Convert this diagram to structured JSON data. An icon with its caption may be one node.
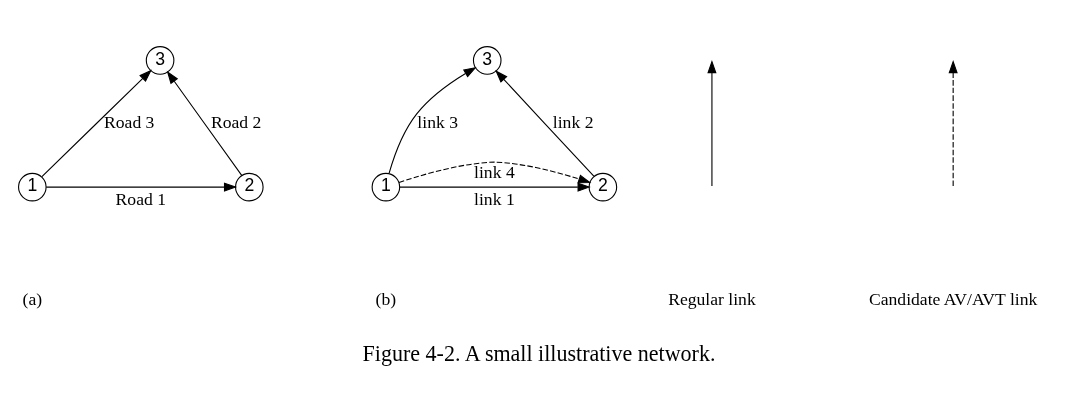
{
  "diagram": {
    "caption": "Figure 4-2. A small illustrative network.",
    "nodes": [
      {
        "text": [
          "1"
        ]
      },
      {
        "text": [
          "2"
        ]
      },
      {
        "text": [
          "3"
        ]
      },
      {
        "text": [
          "1"
        ]
      },
      {
        "text": [
          "2"
        ]
      },
      {
        "text": [
          "3"
        ]
      }
    ],
    "edges": [
      {
        "from": 0,
        "to": 1,
        "arrow": "to",
        "label": "Road 1"
      },
      {
        "from": 1,
        "to": 2,
        "arrow": "to",
        "label": "Road 2"
      },
      {
        "from": 0,
        "to": 2,
        "arrow": "to",
        "label": "Road 3"
      },
      {
        "from": 3,
        "to": 4,
        "arrow": "to",
        "label": "link 1"
      },
      {
        "from": 4,
        "to": 5,
        "arrow": "to",
        "label": "link 2"
      },
      {
        "from": 3,
        "to": 5,
        "arrow": "to",
        "label": "link 3"
      },
      {
        "from": 3,
        "to": 4,
        "arrow": "to",
        "label": "link 4",
        "style": "dashed"
      }
    ],
    "labels": [
      "(a)",
      "(b)"
    ],
    "legend": [
      {
        "text": "Regular link"
      },
      {
        "text": "Candidate AV/AVT link"
      }
    ]
  }
}
